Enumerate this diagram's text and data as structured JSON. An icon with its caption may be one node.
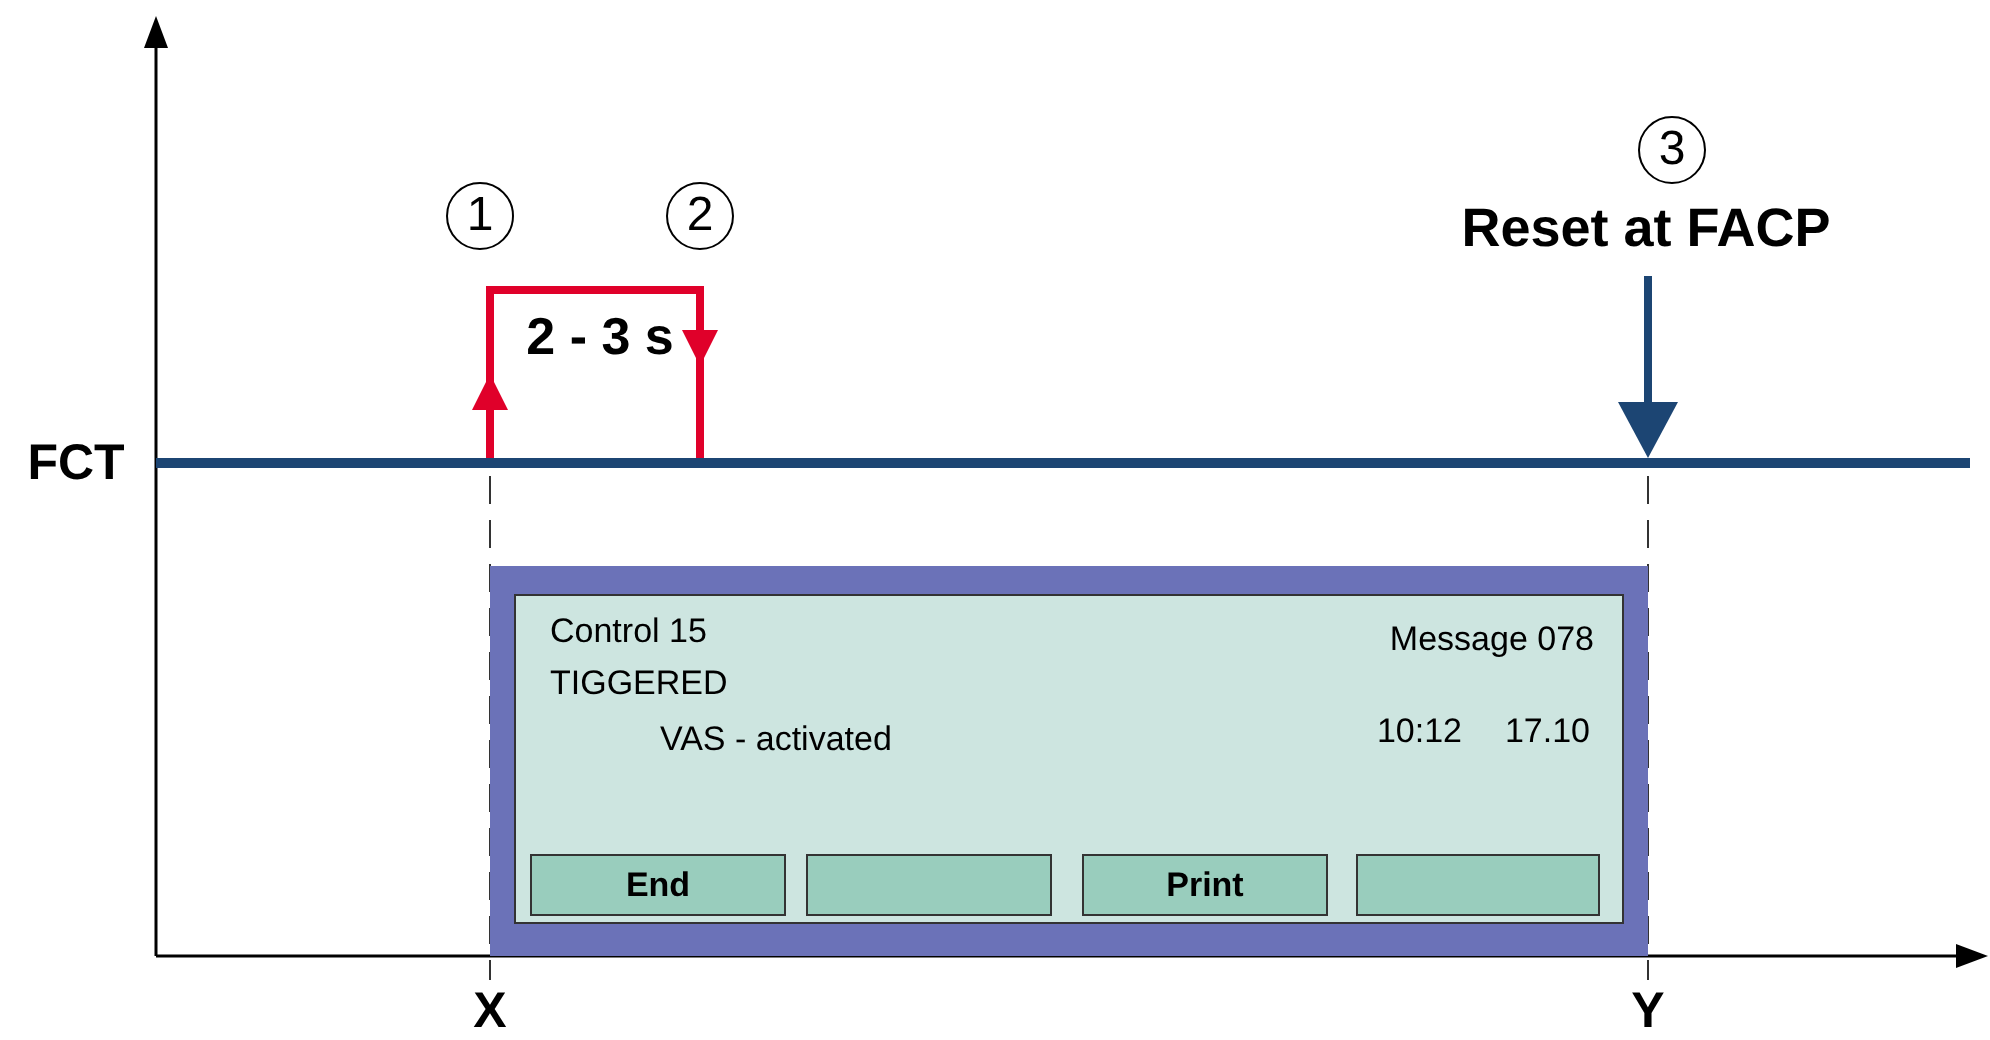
{
  "diagram": {
    "nodes": [
      {
        "text": [],
        "shape": "bar",
        "beside": [
          "FCT"
        ]
      },
      {
        "text": [
          "Reset at FACP"
        ]
      },
      {
        "text": [],
        "shape": "box"
      },
      {
        "text": [
          "Control 15",
          "TIGGERED",
          "VAS - activated",
          "Message 078",
          "10:12",
          "17.10"
        ],
        "in": 2
      },
      {
        "text": [
          "End"
        ],
        "in": 3
      },
      {
        "text": [],
        "shape": "box",
        "in": 3
      },
      {
        "text": [
          "Print"
        ],
        "in": 3
      },
      {
        "text": [],
        "shape": "box",
        "in": 3
      }
    ],
    "edges": [
      {
        "from": 0,
        "to": 0,
        "arrow": "to",
        "label": "2 - 3 s",
        "color": "#e0002a"
      },
      {
        "from": 1,
        "to": 0,
        "arrow": "to",
        "color": "#1c4573"
      }
    ],
    "labels": [
      "3",
      "1",
      "2",
      "X",
      "Y"
    ]
  }
}
